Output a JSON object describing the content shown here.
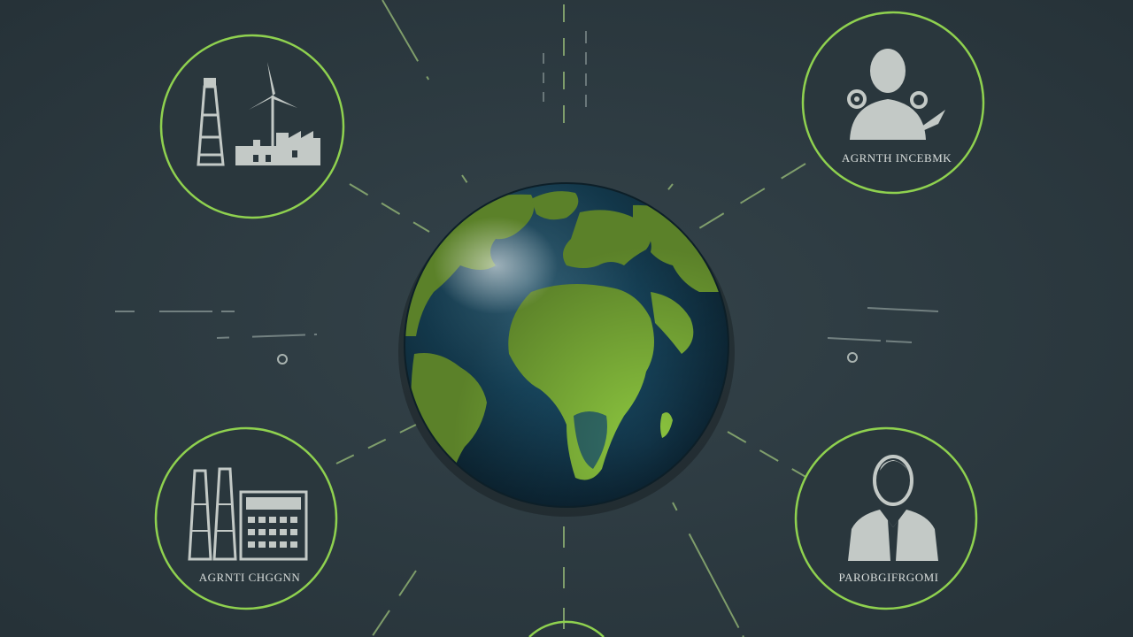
{
  "colors": {
    "background": "#2d3a40",
    "accent": "#8cc63f",
    "ring": "#8fd14f",
    "icon": "#c3c9c6",
    "ocean": "#1b4a63",
    "land": "#8cc63f"
  },
  "nodes": [
    {
      "id": "energy-infrastructure",
      "icon": "tower-wind-turbine-factory-icon",
      "label": ""
    },
    {
      "id": "agent-top-right",
      "icon": "person-gears-icon",
      "label": "AGRNTH INCEBMK"
    },
    {
      "id": "agent-bottom-left",
      "icon": "smokestack-building-icon",
      "label": "AGRNTI CHGGNN"
    },
    {
      "id": "participant-bottom-right",
      "icon": "businessman-icon",
      "label": "PAROBGIFRGOMI"
    }
  ],
  "center": {
    "icon": "earth-globe-icon"
  }
}
